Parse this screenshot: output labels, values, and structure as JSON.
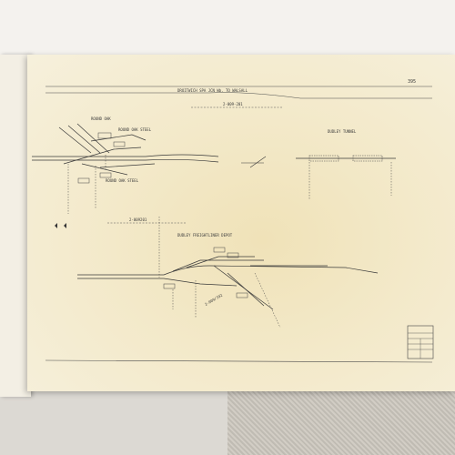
{
  "sheet": {
    "header_title": "DROITWICH SPA JCN Wb. TO WALSALL",
    "page_number": "395"
  },
  "locations": {
    "round_oak": "ROUND OAK",
    "dudley_tunnel": "DUDLEY TUNNEL",
    "dudley_freightliner_depot": "DUDLEY FREIGHTLINER DEPOT"
  },
  "mileposts": {
    "top": "2-009-201",
    "middle": "2-009201",
    "depot": "2-009/392"
  },
  "annotations": {
    "round_oak_steel_upper": "ROUND OAK STEEL",
    "round_oak_steel_lower": "ROUND OAK STEEL"
  }
}
